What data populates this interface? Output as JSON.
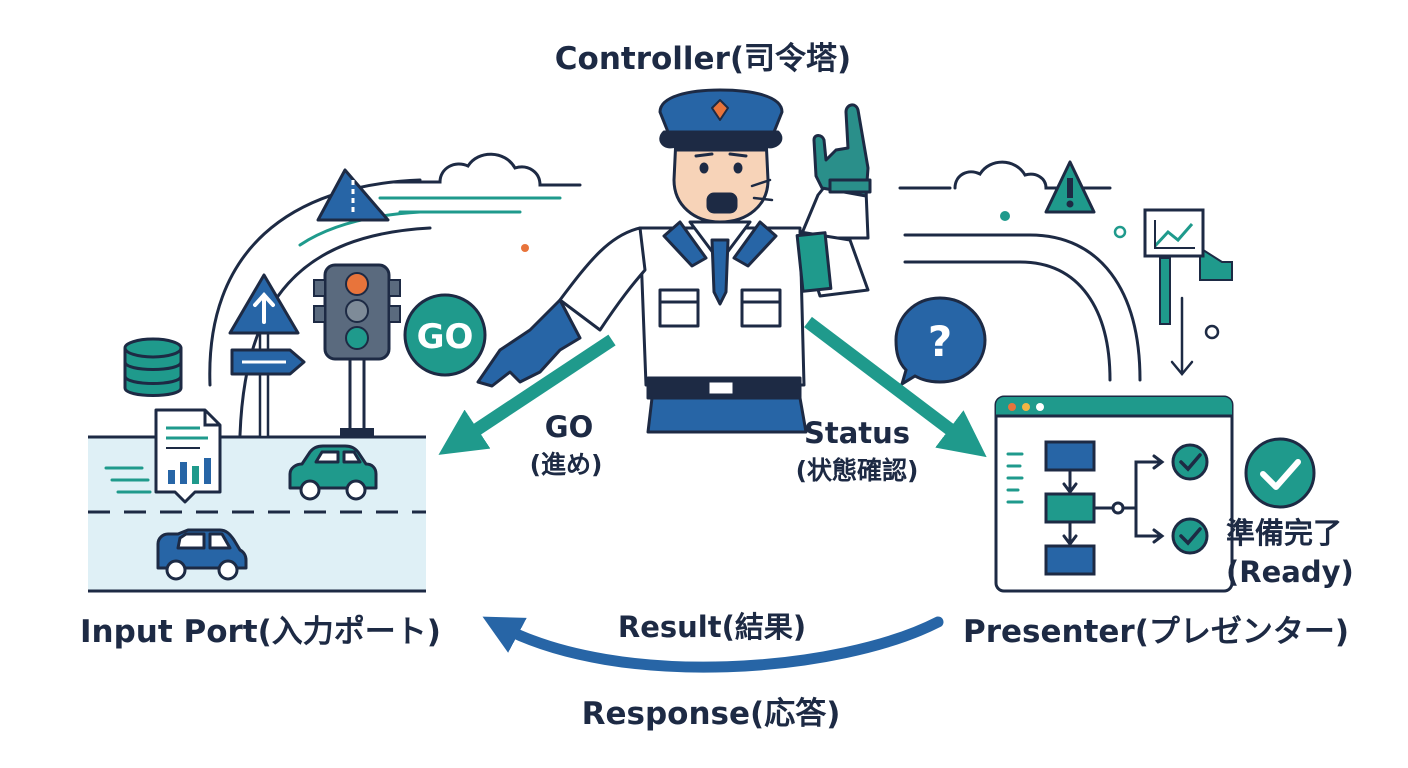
{
  "labels": {
    "controller": "Controller(司令塔)",
    "input_port": "Input Port(入力ポート)",
    "presenter": "Presenter(プレゼンター)",
    "go": "GO",
    "go_sub": "(進め)",
    "status": "Status",
    "status_sub": "(状態確認)",
    "result": "Result(結果)",
    "response": "Response(応答)",
    "ready_jp": "準備完了",
    "ready_en": "(Ready)"
  },
  "badges": {
    "go_badge": "GO",
    "question_badge": "?"
  },
  "icons": {
    "officer": "traffic-officer-icon",
    "traffic_light": "traffic-light-icon",
    "database": "database-icon",
    "document": "report-document-icon",
    "warning": "warning-sign-icon",
    "check": "check-icon"
  },
  "colors": {
    "navy": "#1d2a44",
    "blue": "#2765a6",
    "teal": "#1f9a8c",
    "light_blue": "#dff0f6",
    "orange": "#e8743b"
  }
}
